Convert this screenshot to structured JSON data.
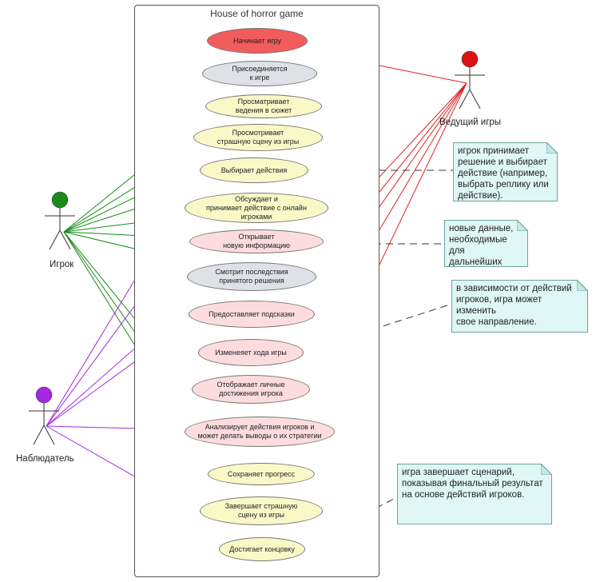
{
  "system": {
    "title": "House of horror game"
  },
  "actors": [
    {
      "id": "player",
      "label": "Игрок",
      "color": "#1a8a1a"
    },
    {
      "id": "host",
      "label": "Ведущий игры",
      "color": "#dd1111"
    },
    {
      "id": "observer",
      "label": "Наблюдатель",
      "color": "#a428e0"
    }
  ],
  "use_cases": [
    {
      "id": "uc1",
      "label": "Начинает игру",
      "fill": "#f25c5c"
    },
    {
      "id": "uc2",
      "label": "Присоединяется\nк игре",
      "fill": "#dee1e6"
    },
    {
      "id": "uc3",
      "label": "Просматривает\nведения в сюжет",
      "fill": "#fbf8c8"
    },
    {
      "id": "uc4",
      "label": "Просмотривает\nстрашную сцену из игры",
      "fill": "#fbf8c8"
    },
    {
      "id": "uc5",
      "label": "Выбирает действия",
      "fill": "#fbf8c8"
    },
    {
      "id": "uc6",
      "label": "Обсуждает и\nпринимает действие с онлайн\nигроками",
      "fill": "#fbf8c8"
    },
    {
      "id": "uc7",
      "label": "Открывает\nновую информацию",
      "fill": "#fcdcdc"
    },
    {
      "id": "uc8",
      "label": "Смотрит последствия\nпринятого решения",
      "fill": "#dee1e6"
    },
    {
      "id": "uc9",
      "label": "Предоставляет подсказки",
      "fill": "#fcdcdc"
    },
    {
      "id": "uc10",
      "label": "Изменеяет хода игры",
      "fill": "#fcdcdc"
    },
    {
      "id": "uc11",
      "label": "Отображает личные\nдостижения игрока",
      "fill": "#fcdcdc"
    },
    {
      "id": "uc12",
      "label": "Анализирует действия игроков и\nможет делать выводы о их стратегии",
      "fill": "#fcdcdc"
    },
    {
      "id": "uc13",
      "label": "Сохраняет прогресс",
      "fill": "#fbf8c8"
    },
    {
      "id": "uc14",
      "label": "Завершает страшную\nсцену из игры",
      "fill": "#fbf8c8"
    },
    {
      "id": "uc15",
      "label": "Достигает концовку",
      "fill": "#fbf8c8"
    }
  ],
  "notes": [
    {
      "id": "note1",
      "text": "игрок принимает\nрешение и выбирает\nдействие (например,\nвыбрать реплику или\nдействие)."
    },
    {
      "id": "note2",
      "text": "новые данные,\nнеобходимые для\nдальнейших\nрешений."
    },
    {
      "id": "note3",
      "text": "в зависимости от действий\nигроков, игра может изменить\nсвое направление."
    },
    {
      "id": "note4",
      "text": "игра завершает сценарий,\nпоказывая финальный результат\nна основе действий игроков."
    }
  ],
  "colors": {
    "player_line": "#1a8a1a",
    "host_line": "#dd2222",
    "observer_line": "#a428e0",
    "note_fill": "#dff7f5",
    "note_border": "#6fa5a0"
  }
}
